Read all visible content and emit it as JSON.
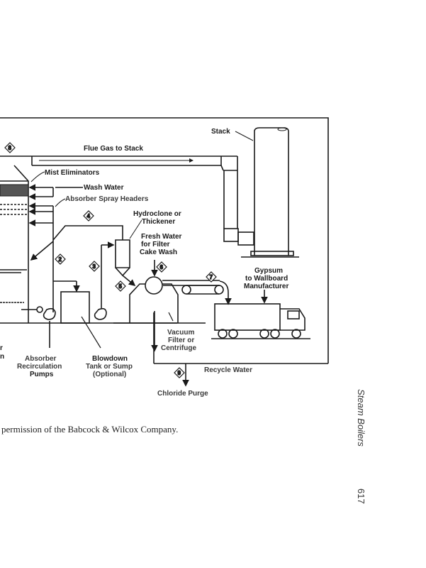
{
  "figure": {
    "labels": {
      "flue_gas": "Flue Gas to Stack",
      "stack": "Stack",
      "mist_eliminators": "Mist Eliminators",
      "wash_water": "Wash Water",
      "spray_headers": "Absorber Spray Headers",
      "hydroclone_1": "Hydroclone or",
      "hydroclone_2": "Thickener",
      "fresh_water_1": "Fresh Water",
      "fresh_water_2": "for Filter",
      "fresh_water_3": "Cake Wash",
      "gypsum_1": "Gypsum",
      "gypsum_2": "to Wallboard",
      "gypsum_3": "Manufacturer",
      "vacuum_1": "Vacuum",
      "vacuum_2": "Filter or",
      "vacuum_3": "Centrifuge",
      "pumps_1": "Absorber",
      "pumps_2": "Recirculation",
      "pumps_3": "Pumps",
      "blowdown_1": "Blowdown",
      "blowdown_2": "Tank or Sump",
      "blowdown_3": "(Optional)",
      "recycle": "Recycle Water",
      "chloride": "Chloride Purge",
      "left_cut_1": "r",
      "left_cut_2": "n"
    },
    "stream_markers": [
      "2",
      "3",
      "4",
      "5",
      "6",
      "7",
      "8",
      "9"
    ]
  },
  "caption": "permission of  the Babcock & Wilcox Company.",
  "running_head": "Steam Boilers",
  "page_number": "617"
}
